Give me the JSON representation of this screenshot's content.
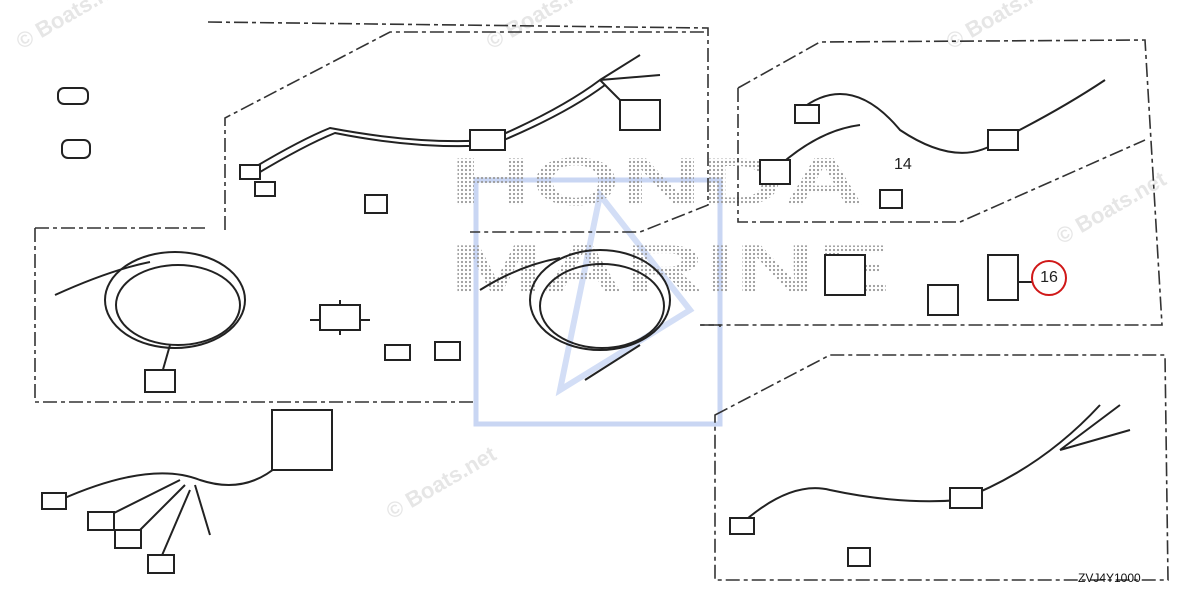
{
  "diagram": {
    "watermark": "© Boats.net",
    "logo_text": [
      "HONDA",
      "MARINE"
    ],
    "callouts": {
      "part_14": "14",
      "part_16": "16"
    },
    "highlight_color": "#d01818",
    "logo_color": "#3a6fd8",
    "diagram_code": "ZVJ4Y1000"
  }
}
